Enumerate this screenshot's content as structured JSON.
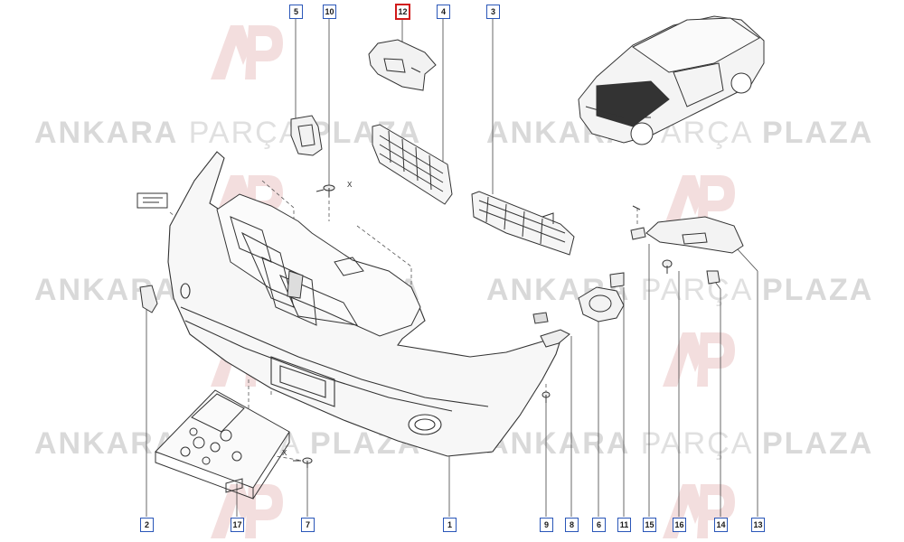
{
  "watermark": {
    "part1": "ANKARA",
    "part2": "PARÇA",
    "part3": "PLAZA",
    "logo_text": "AP"
  },
  "callouts": [
    {
      "id": "c5",
      "label": "5"
    },
    {
      "id": "c10",
      "label": "10"
    },
    {
      "id": "c12",
      "label": "12",
      "highlight": true
    },
    {
      "id": "c4",
      "label": "4"
    },
    {
      "id": "c3",
      "label": "3"
    },
    {
      "id": "c2",
      "label": "2"
    },
    {
      "id": "c17",
      "label": "17"
    },
    {
      "id": "c7",
      "label": "7"
    },
    {
      "id": "c1",
      "label": "1"
    },
    {
      "id": "c9",
      "label": "9"
    },
    {
      "id": "c8",
      "label": "8"
    },
    {
      "id": "c6",
      "label": "6"
    },
    {
      "id": "c11",
      "label": "11"
    },
    {
      "id": "c15",
      "label": "15"
    },
    {
      "id": "c16",
      "label": "16"
    },
    {
      "id": "c14",
      "label": "14"
    },
    {
      "id": "c13",
      "label": "13"
    }
  ],
  "x_markers": [
    "X",
    "X"
  ],
  "colors": {
    "callout_border": "#2a56b8",
    "highlight": "#d11a1a",
    "line": "#333333",
    "watermark": "#d9d9d9"
  }
}
